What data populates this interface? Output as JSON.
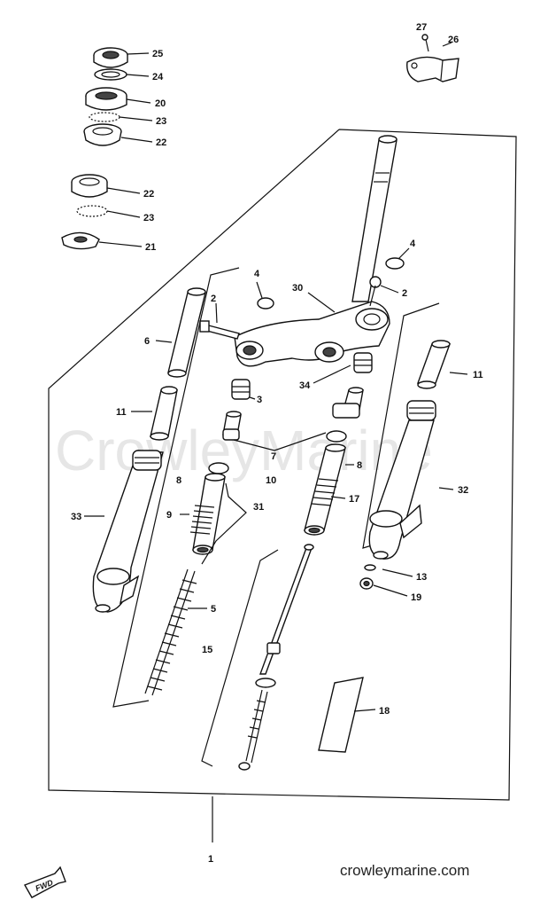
{
  "diagram": {
    "watermark": "CrowleyMarine",
    "footer": "crowleymarine.com",
    "fwd_label": "FWD",
    "callouts": {
      "c25": "25",
      "c24": "24",
      "c20": "20",
      "c23a": "23",
      "c22a": "22",
      "c22b": "22",
      "c23b": "23",
      "c21": "21",
      "c27": "27",
      "c26": "26",
      "c4a": "4",
      "c4b": "4",
      "c2a": "2",
      "c2b": "2",
      "c30": "30",
      "c6": "6",
      "c3": "3",
      "c34": "34",
      "c11a": "11",
      "c11b": "11",
      "c7": "7",
      "c10": "10",
      "c8a": "8",
      "c8b": "8",
      "c9": "9",
      "c31": "31",
      "c17": "17",
      "c32": "32",
      "c33": "33",
      "c13": "13",
      "c19": "19",
      "c5": "5",
      "c15": "15",
      "c18": "18",
      "c1": "1"
    }
  }
}
